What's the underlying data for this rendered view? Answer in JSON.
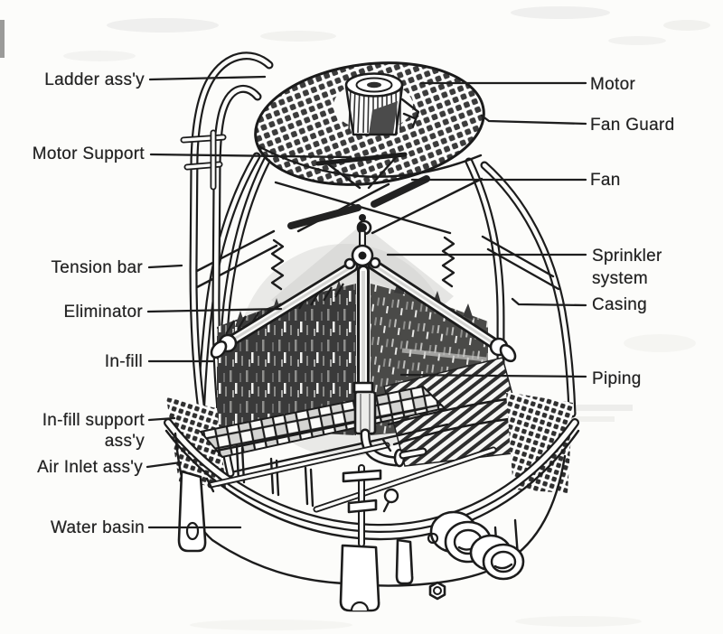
{
  "illustration": {
    "alt": "Cutaway line drawing of a round forced-draft cooling tower with labeled parts"
  },
  "colors": {
    "paper": "#fcfcfa",
    "ink": "#1c1c1c",
    "mesh_dark": "#3b3b3b",
    "infill_dark": "#3a3a3a",
    "shade_gray": "#c9c9c7",
    "watermark_gray": "#d6d6d3"
  },
  "labels": {
    "left": [
      {
        "id": "ladder-assy",
        "text": "Ladder ass'y"
      },
      {
        "id": "motor-support",
        "text": "Motor Support"
      },
      {
        "id": "tension-bar",
        "text": "Tension bar"
      },
      {
        "id": "eliminator",
        "text": "Eliminator"
      },
      {
        "id": "in-fill",
        "text": "In-fill"
      },
      {
        "id": "in-fill-support",
        "text": "In-fill support\nass'y"
      },
      {
        "id": "air-inlet-assy",
        "text": "Air Inlet ass'y"
      },
      {
        "id": "water-basin",
        "text": "Water basin"
      }
    ],
    "right": [
      {
        "id": "motor",
        "text": "Motor"
      },
      {
        "id": "fan-guard",
        "text": "Fan Guard"
      },
      {
        "id": "fan",
        "text": "Fan"
      },
      {
        "id": "sprinkler-system",
        "text": "Sprinkler\nsystem"
      },
      {
        "id": "casing",
        "text": "Casing"
      },
      {
        "id": "piping",
        "text": "Piping"
      }
    ]
  }
}
